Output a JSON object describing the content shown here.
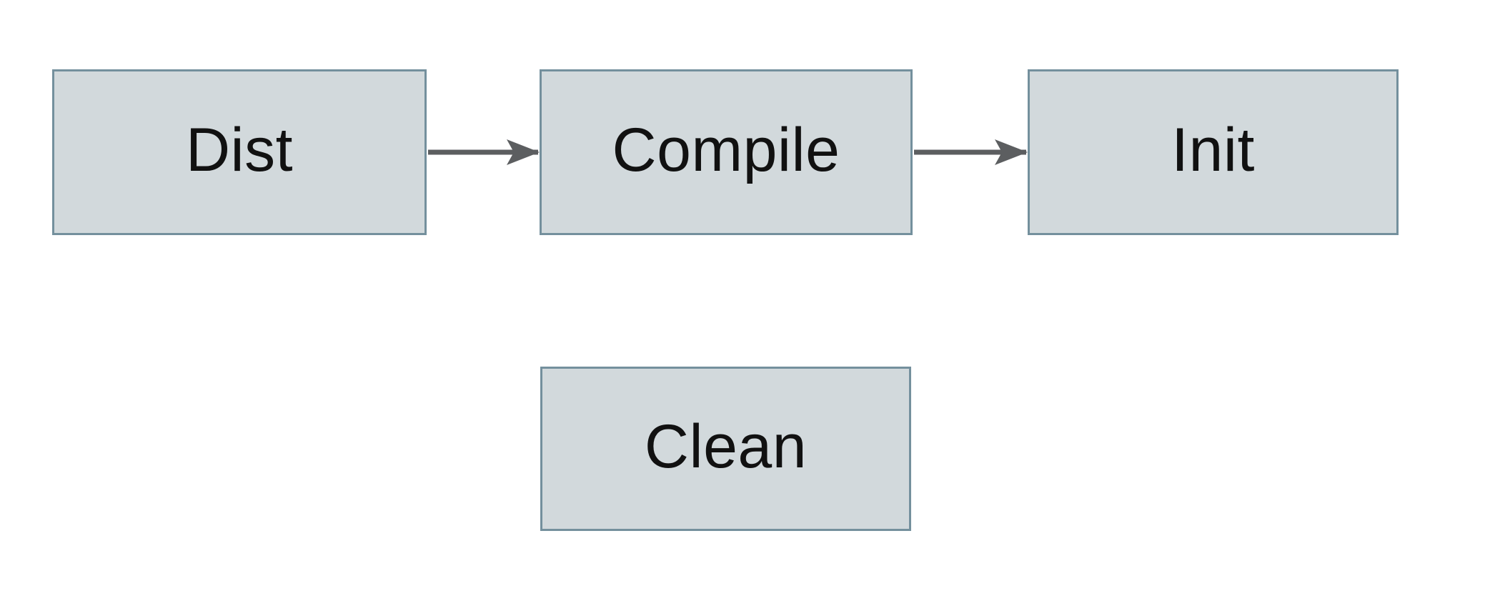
{
  "diagram": {
    "colors": {
      "background": "#ffffff",
      "node_fill": "#d2d9dc",
      "node_border": "#74909d",
      "arrow": "#5c5e60",
      "text": "#111111"
    },
    "nodes": [
      {
        "id": "dist",
        "label": "Dist"
      },
      {
        "id": "compile",
        "label": "Compile"
      },
      {
        "id": "init",
        "label": "Init"
      },
      {
        "id": "clean",
        "label": "Clean"
      }
    ],
    "edges": [
      {
        "from": "dist",
        "to": "compile"
      },
      {
        "from": "compile",
        "to": "init"
      }
    ]
  }
}
